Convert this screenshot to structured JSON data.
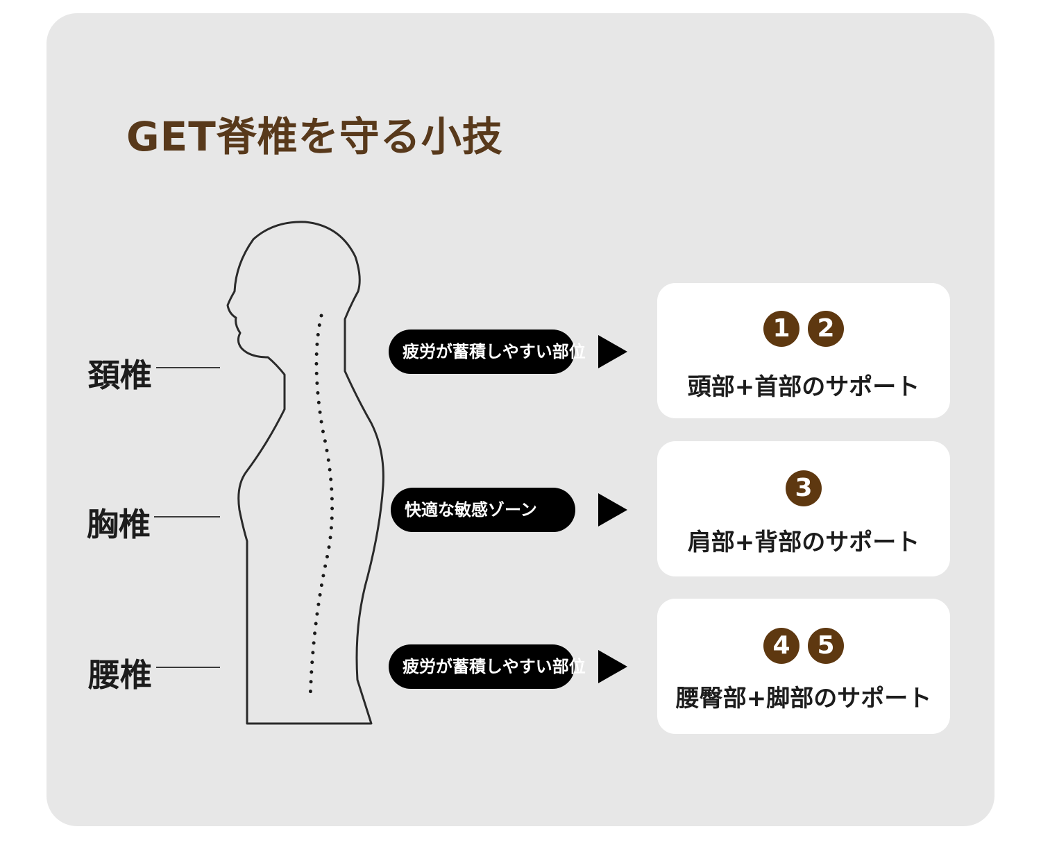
{
  "title": "GET脊椎を守る小技",
  "spine": {
    "cervical": "頚椎",
    "thoracic": "胸椎",
    "lumbar": "腰椎"
  },
  "pills": [
    "疲労が蓄積しやすい部位",
    "快適な敏感ゾーン",
    "疲労が蓄積しやすい部位"
  ],
  "boxes": [
    {
      "numbers": [
        "1",
        "2"
      ],
      "text": "頭部+首部のサポート"
    },
    {
      "numbers": [
        "3"
      ],
      "text": "肩部+背部のサポート"
    },
    {
      "numbers": [
        "4",
        "5"
      ],
      "text": "腰臀部+脚部のサポート"
    }
  ],
  "colors": {
    "title": "#58391b",
    "badge": "#5e3810",
    "card_background": "#e7e7e7",
    "pill_background": "#000000"
  }
}
